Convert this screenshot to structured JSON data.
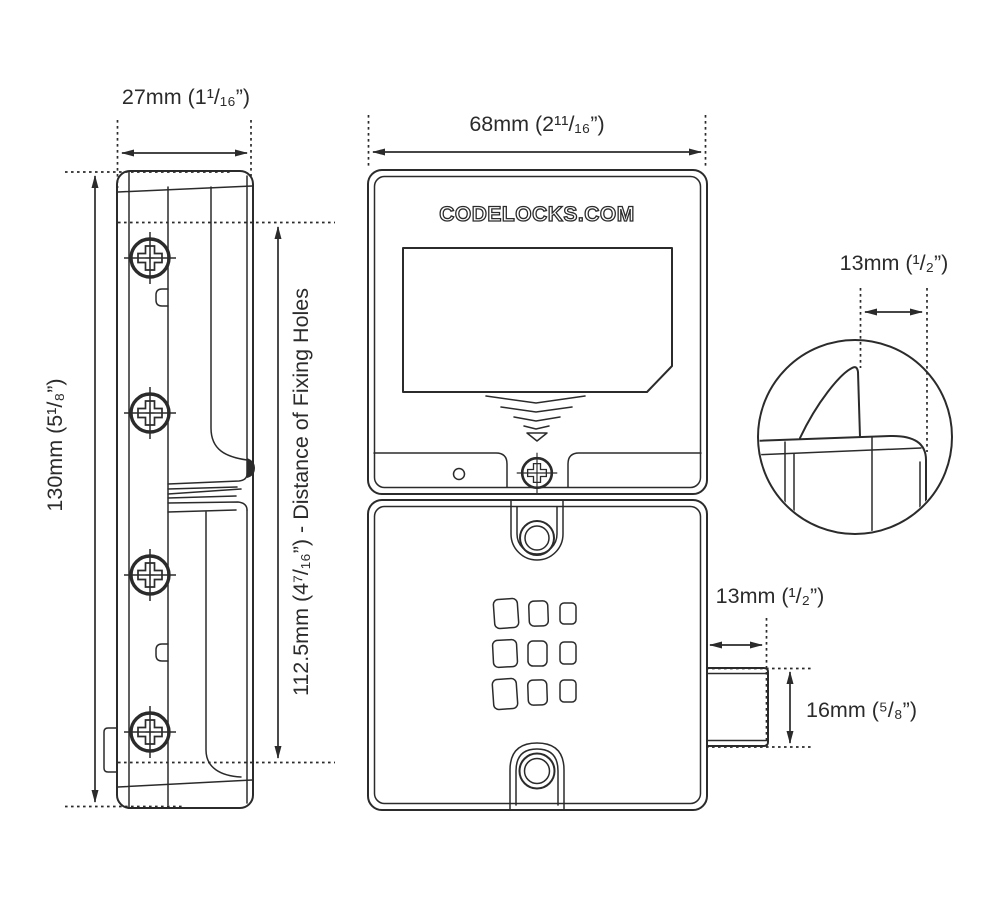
{
  "drawing": {
    "brand": "CODELOCKS.COM",
    "colors": {
      "line": "#2b2b2b",
      "background": "#ffffff"
    },
    "labels": {
      "side_width": "27mm (1¹/₁₆”)",
      "front_width": "68mm (2¹¹/₁₆”)",
      "body_height": "130mm (5¹/₈”)",
      "fixing_holes": "112.5mm (4⁷/₁₆”) - Distance of Fixing Holes",
      "latch_width": "13mm (¹/₂”)",
      "bolt_width": "13mm (¹/₂”)",
      "bolt_height": "16mm (⁵/₈”)"
    }
  }
}
